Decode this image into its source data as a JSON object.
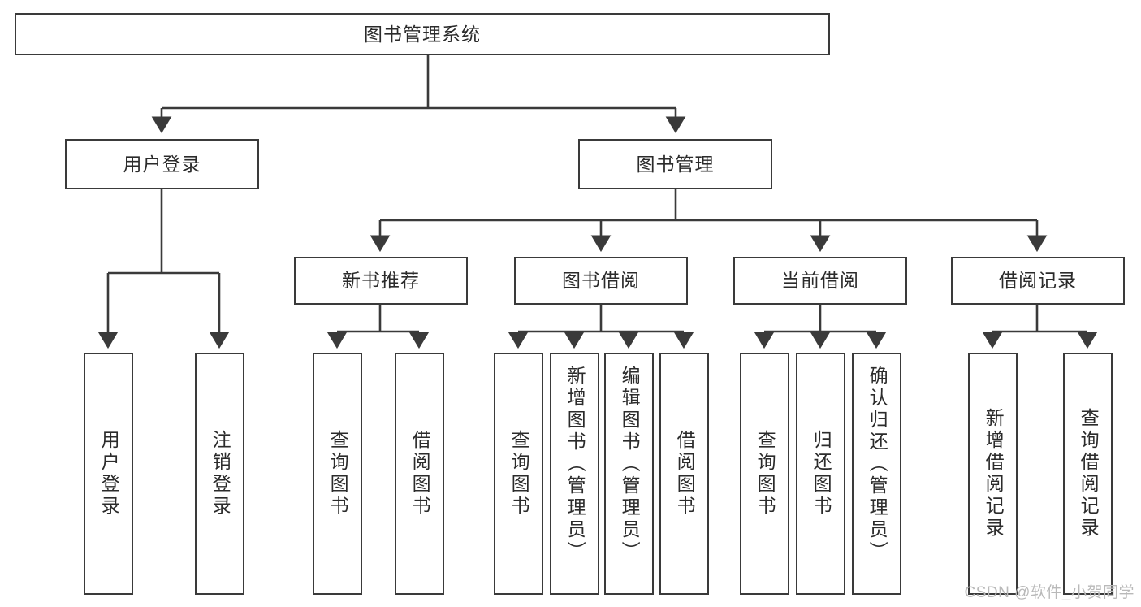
{
  "diagram": {
    "title": "图书管理系统",
    "type": "tree-hierarchy-diagram",
    "colors": {
      "box_border": "#3a3a3a",
      "box_fill": "#ffffff",
      "edge": "#3a3a3a",
      "text": "#2b2b2b",
      "watermark": "#b9b9b9",
      "background": "#ffffff"
    },
    "nodes": {
      "root": {
        "label": "图书管理系统"
      },
      "level2": [
        {
          "id": "user-login",
          "label": "用户登录"
        },
        {
          "id": "book-management",
          "label": "图书管理"
        }
      ],
      "level3": [
        {
          "id": "new-book-recommend",
          "label": "新书推荐"
        },
        {
          "id": "book-borrow",
          "label": "图书借阅"
        },
        {
          "id": "current-borrow",
          "label": "当前借阅"
        },
        {
          "id": "borrow-record",
          "label": "借阅记录"
        }
      ],
      "leaves": [
        {
          "id": "leaf-user-login",
          "label": "用户登录"
        },
        {
          "id": "leaf-logout-login",
          "label": "注销登录"
        },
        {
          "id": "leaf-query-book-1",
          "label": "查询图书"
        },
        {
          "id": "leaf-borrow-book-1",
          "label": "借阅图书"
        },
        {
          "id": "leaf-query-book-2",
          "label": "查询图书"
        },
        {
          "id": "leaf-add-book-admin",
          "label": "新增图书（管理员）"
        },
        {
          "id": "leaf-edit-book-admin",
          "label": "编辑图书（管理员）"
        },
        {
          "id": "leaf-borrow-book-2",
          "label": "借阅图书"
        },
        {
          "id": "leaf-query-book-3",
          "label": "查询图书"
        },
        {
          "id": "leaf-return-book",
          "label": "归还图书"
        },
        {
          "id": "leaf-confirm-return-admin",
          "label": "确认归还（管理员）"
        },
        {
          "id": "leaf-add-borrow-record",
          "label": "新增借阅记录"
        },
        {
          "id": "leaf-query-borrow-record",
          "label": "查询借阅记录"
        }
      ]
    },
    "watermark": "CSDN @软件_小贺同学"
  }
}
